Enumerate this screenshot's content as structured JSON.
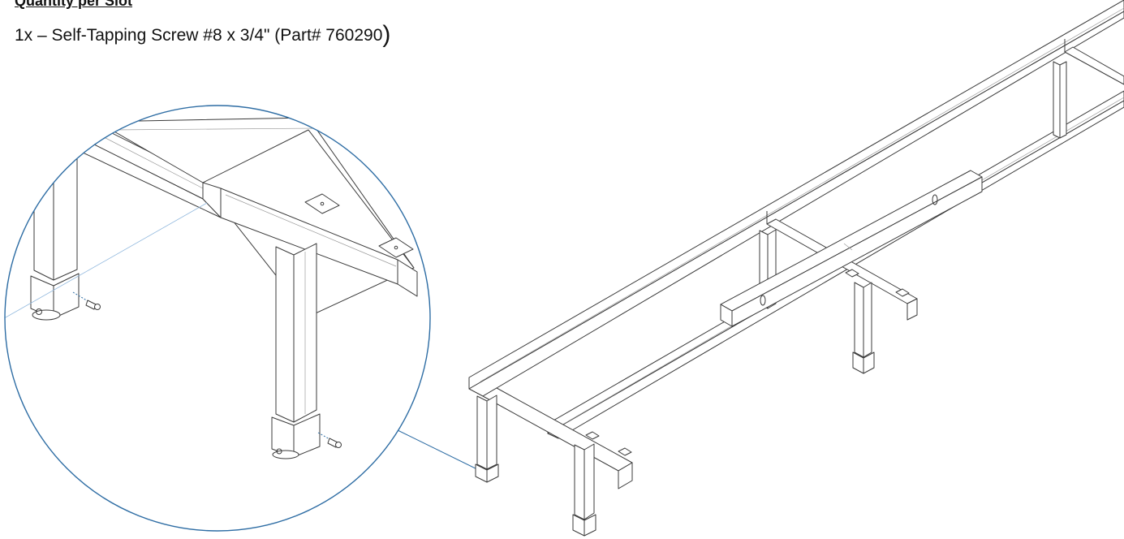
{
  "heading": "Quantity per Slot",
  "parts_line": "1x – Self-Tapping Screw #8 x 3/4\" (Part# 760290",
  "parts_close": ")",
  "colors": {
    "callout": "#2e6da4",
    "line": "#3b3b3b"
  },
  "figure": {
    "detail_view": "magnified-leg-foot-screw",
    "assembly": "rail-frame-isometric"
  }
}
